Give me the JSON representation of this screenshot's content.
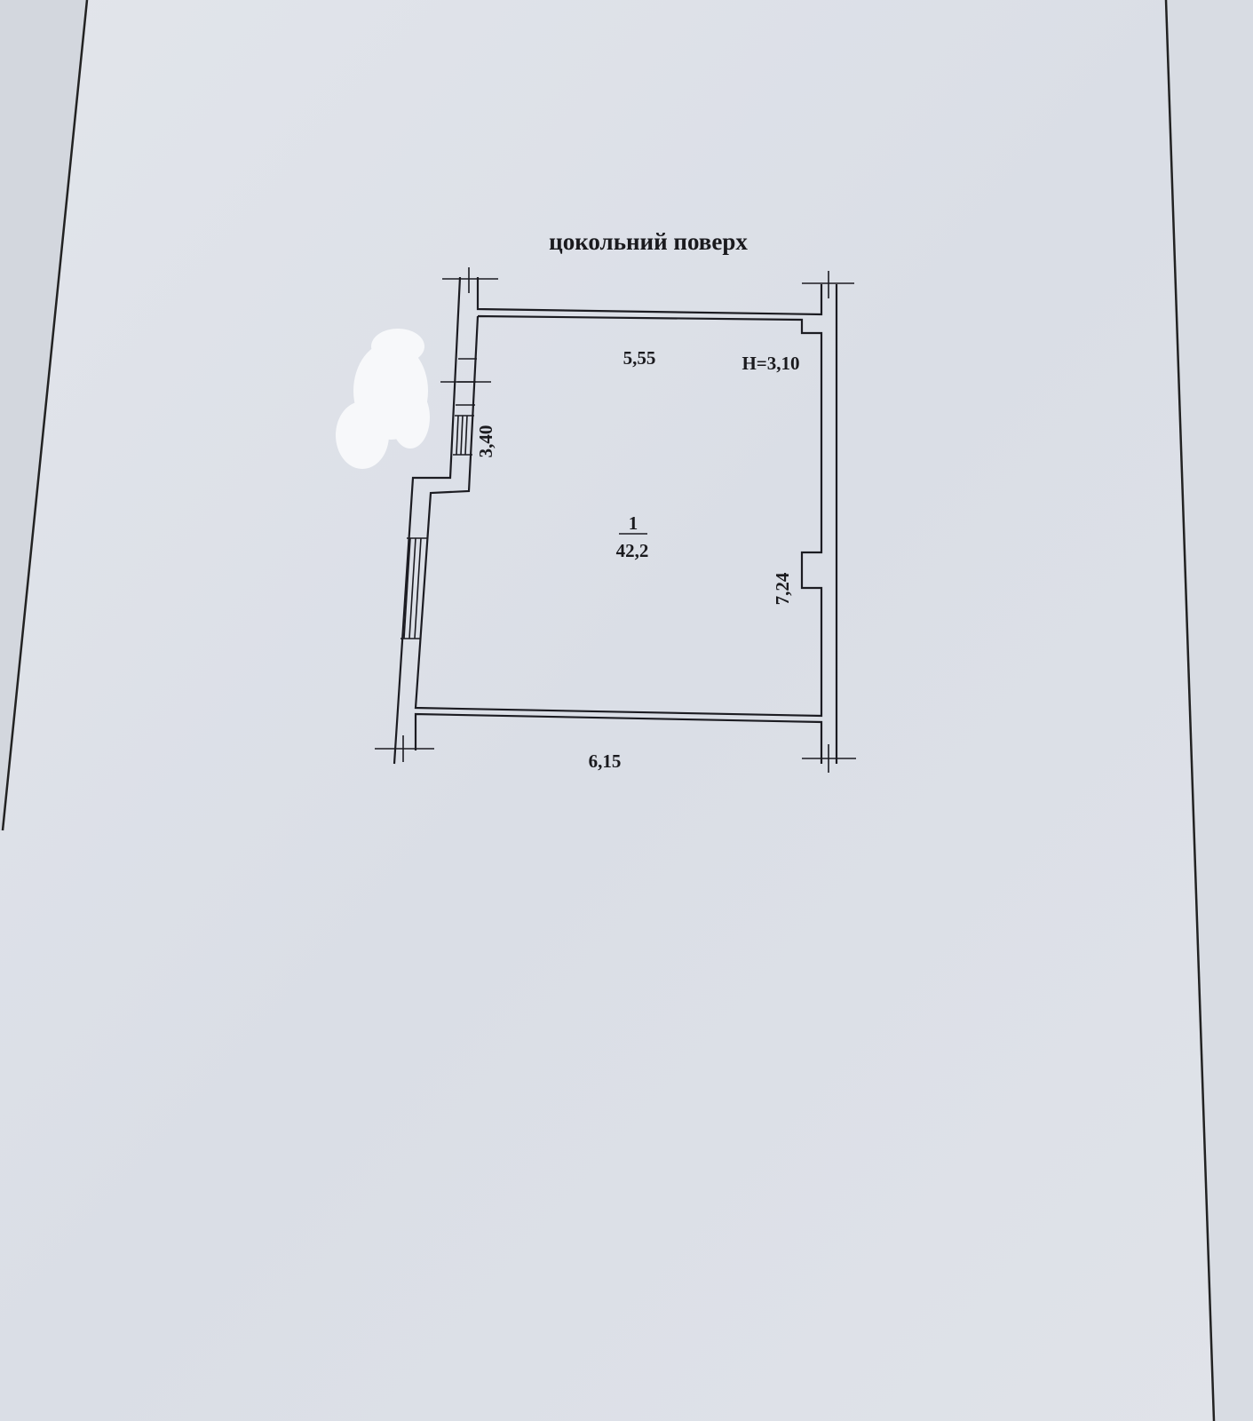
{
  "document": {
    "floor_title": "цокольний поверх",
    "room": {
      "number": "1",
      "area": "42,2"
    },
    "dimensions": {
      "top": "5,55",
      "height": "Н=3,10",
      "left": "3,40",
      "right": "7,24",
      "bottom": "6,15"
    }
  },
  "colors": {
    "paper": "#dde1e8",
    "ink": "#1c1c22",
    "edge_strip": "#a03040"
  }
}
